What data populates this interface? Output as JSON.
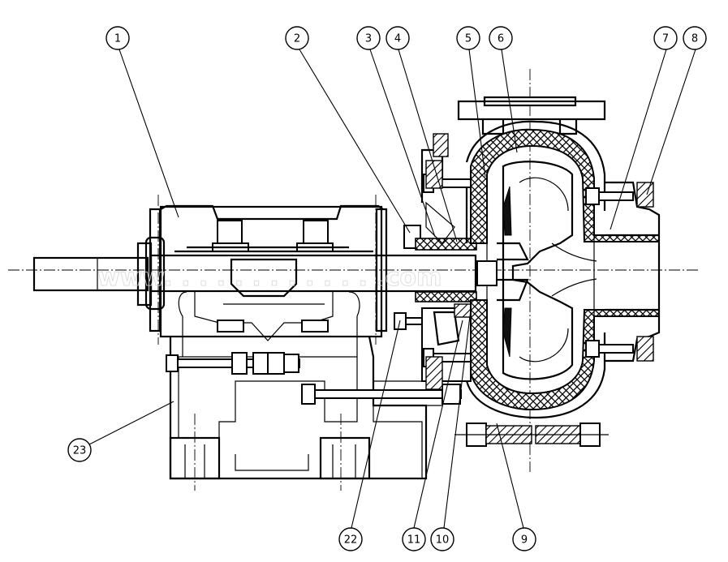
{
  "figure": {
    "callouts": [
      {
        "id": "c1",
        "label": "1"
      },
      {
        "id": "c2",
        "label": "2"
      },
      {
        "id": "c3",
        "label": "3"
      },
      {
        "id": "c4",
        "label": "4"
      },
      {
        "id": "c5",
        "label": "5"
      },
      {
        "id": "c6",
        "label": "6"
      },
      {
        "id": "c7",
        "label": "7"
      },
      {
        "id": "c8",
        "label": "8"
      },
      {
        "id": "c9",
        "label": "9"
      },
      {
        "id": "c10",
        "label": "10"
      },
      {
        "id": "c11",
        "label": "11"
      },
      {
        "id": "c22",
        "label": "22"
      },
      {
        "id": "c23",
        "label": "23"
      }
    ]
  },
  "colors": {
    "line": "#000000",
    "background": "#ffffff",
    "rubber_hatch": "#000000"
  }
}
